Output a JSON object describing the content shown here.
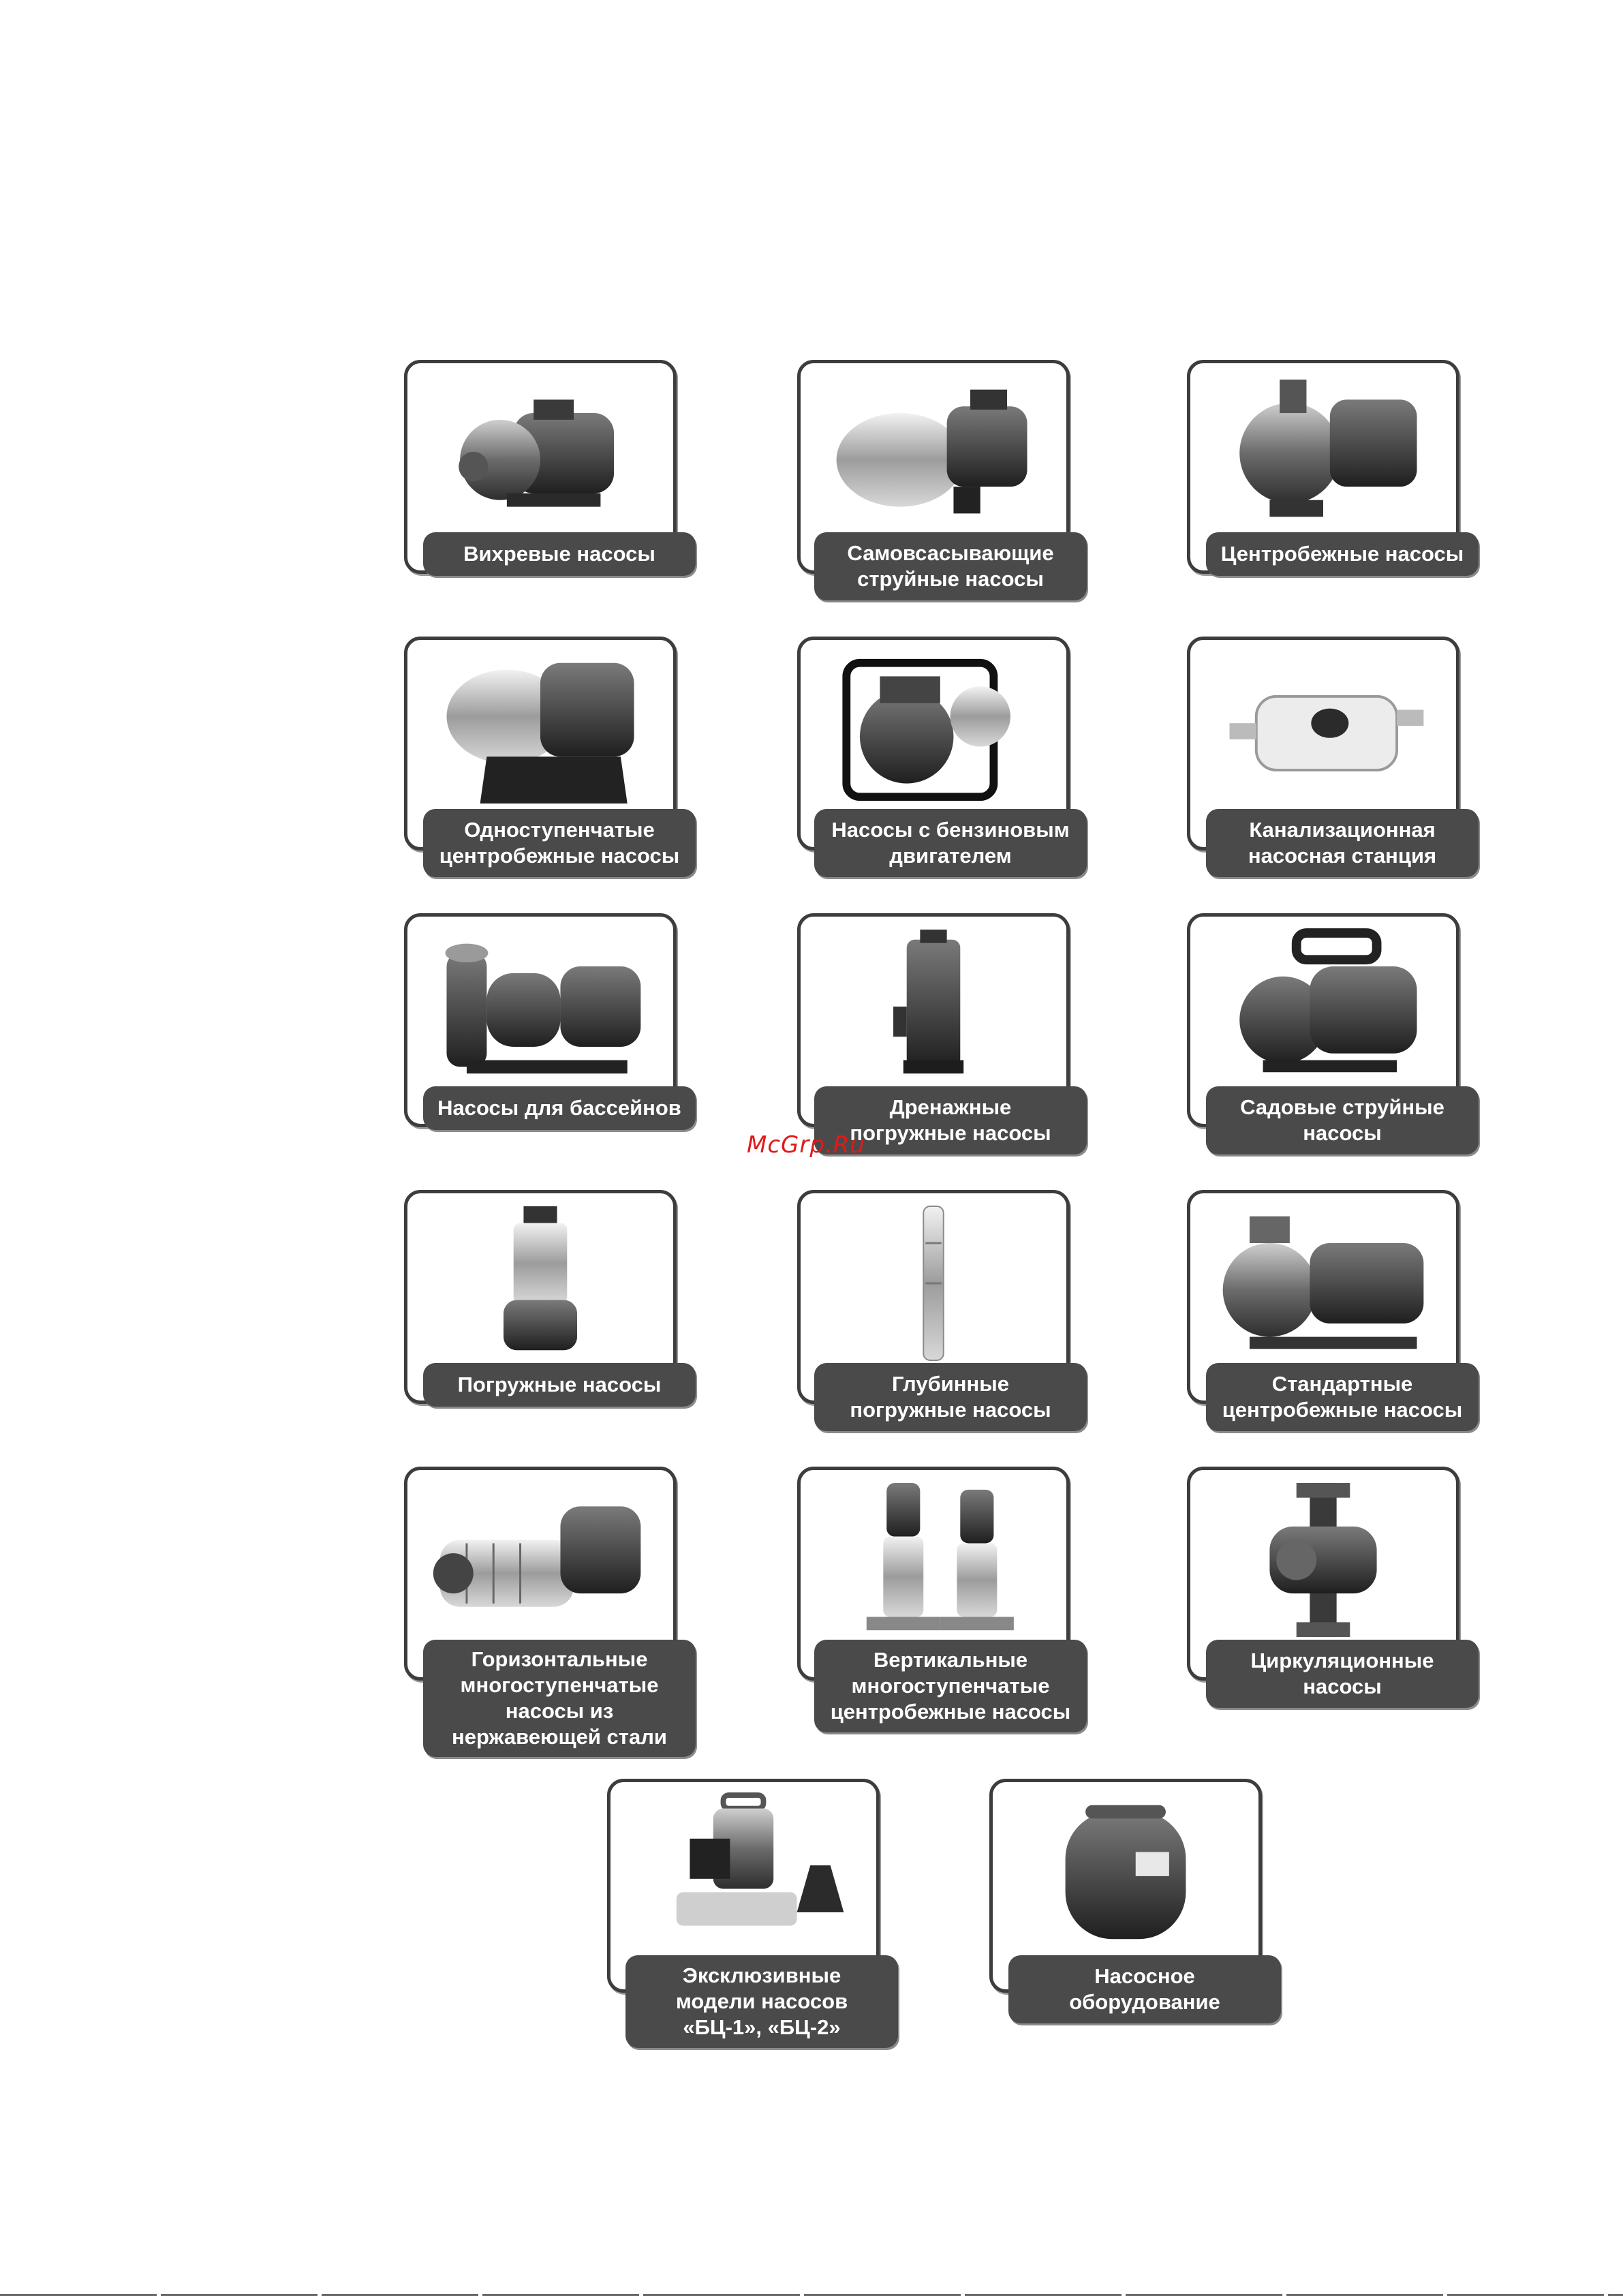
{
  "watermark": "McGrp.Ru",
  "categories": [
    {
      "id": "vortex",
      "label": "Вихревые насосы",
      "icon": "vortex-pump-photo"
    },
    {
      "id": "self-priming",
      "label": "Самовсасывающие\nструйные насосы",
      "icon": "jet-pump-photo"
    },
    {
      "id": "centrifugal",
      "label": "Центробежные насосы",
      "icon": "centrifugal-pump-photo"
    },
    {
      "id": "single-stage",
      "label": "Одноступенчатые\nцентробежные насосы",
      "icon": "single-stage-pump-photo"
    },
    {
      "id": "petrol",
      "label": "Насосы с бензиновым\nдвигателем",
      "icon": "petrol-pump-photo"
    },
    {
      "id": "sewage",
      "label": "Канализационная\nнасосная станция",
      "icon": "sewage-station-photo"
    },
    {
      "id": "pool",
      "label": "Насосы для бассейнов",
      "icon": "pool-pump-photo"
    },
    {
      "id": "drainage",
      "label": "Дренажные\nпогружные насосы",
      "icon": "drainage-pump-photo"
    },
    {
      "id": "garden",
      "label": "Садовые струйные\nнасосы",
      "icon": "garden-pump-photo"
    },
    {
      "id": "submersible",
      "label": "Погружные насосы",
      "icon": "submersible-pump-photo"
    },
    {
      "id": "deep-well",
      "label": "Глубинные\nпогружные насосы",
      "icon": "deep-well-pump-photo"
    },
    {
      "id": "standard",
      "label": "Стандартные\nцентробежные насосы",
      "icon": "standard-pump-photo"
    },
    {
      "id": "horizontal",
      "label": "Горизонтальные\nмногоступенчатые\nнасосы из\nнержавеющей стали",
      "icon": "horizontal-multistage-pump-photo"
    },
    {
      "id": "vertical",
      "label": "Вертикальные\nмногоступенчатые\nцентробежные насосы",
      "icon": "vertical-multistage-pump-photo"
    },
    {
      "id": "circulation",
      "label": "Циркуляционные\nнасосы",
      "icon": "circulation-pump-photo"
    },
    {
      "id": "exclusive",
      "label": "Эксклюзивные\nмодели насосов\n«БЦ-1», «БЦ-2»",
      "icon": "bc-pump-photo"
    },
    {
      "id": "equipment",
      "label": "Насосное\nоборудование",
      "icon": "expansion-tank-photo"
    }
  ]
}
